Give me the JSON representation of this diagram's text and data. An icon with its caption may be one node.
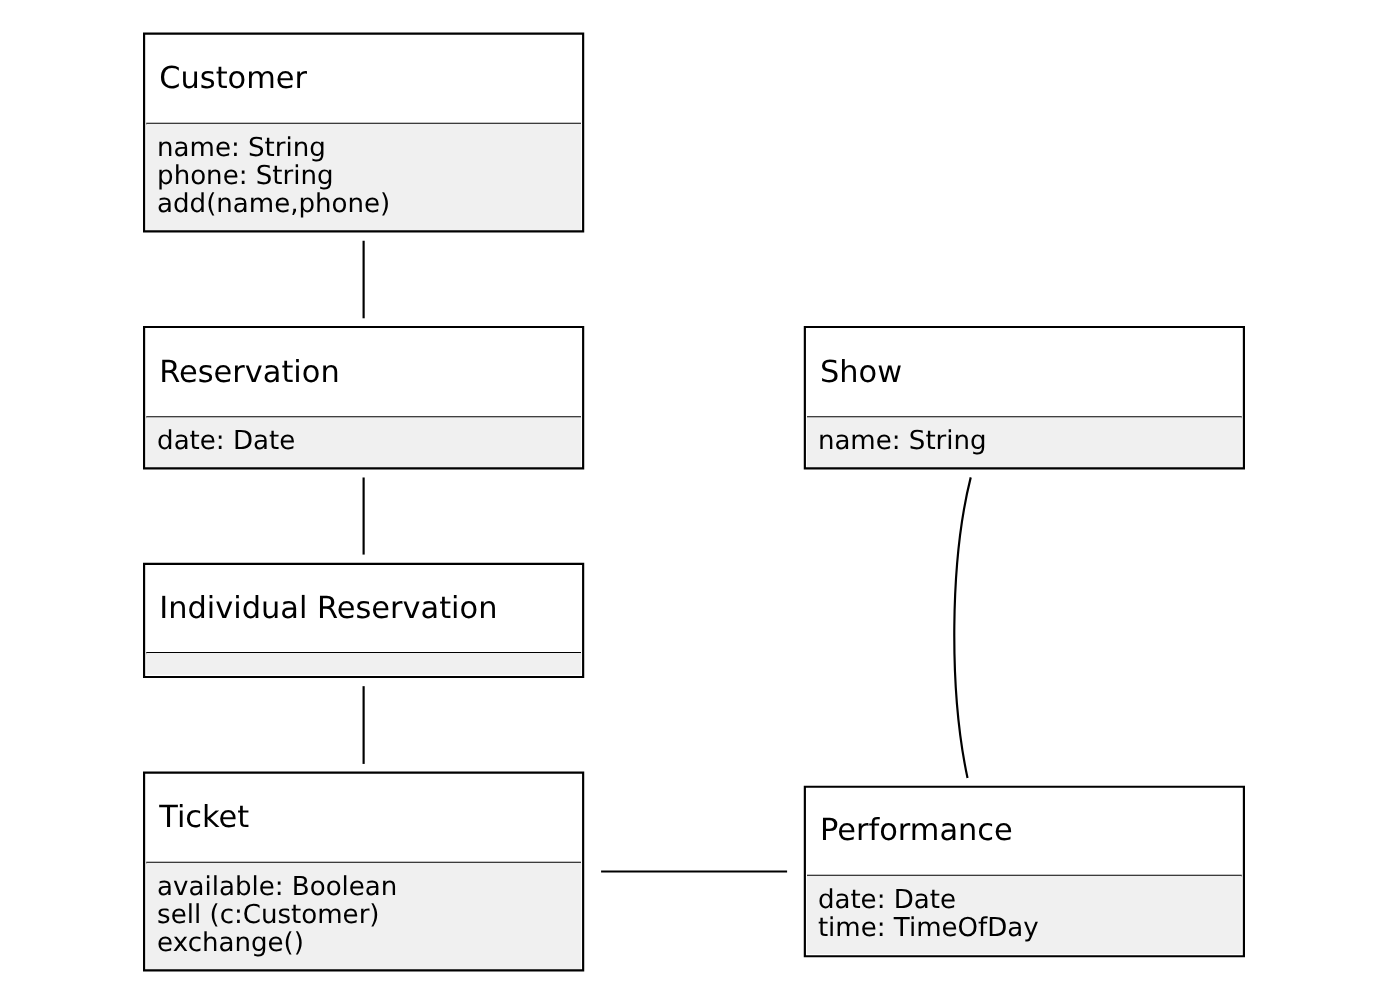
{
  "diagram": {
    "nodes": [
      {
        "text": [
          "Customer",
          "name: String",
          "phone: String",
          "add(name,phone)"
        ]
      },
      {
        "text": [
          "Reservation",
          "date: Date"
        ]
      },
      {
        "text": [
          "Individual Reservation"
        ]
      },
      {
        "text": [
          "Ticket",
          "available: Boolean",
          "sell (c:Customer)",
          "exchange()"
        ]
      },
      {
        "text": [
          "Show",
          "name: String"
        ]
      },
      {
        "text": [
          "Performance",
          "date: Date",
          "time: TimeOfDay"
        ]
      }
    ],
    "edges": [
      {
        "from": 0,
        "to": 1,
        "arrow": "none"
      },
      {
        "from": 1,
        "to": 2,
        "arrow": "none"
      },
      {
        "from": 2,
        "to": 3,
        "arrow": "none"
      },
      {
        "from": 3,
        "to": 5,
        "arrow": "none"
      },
      {
        "from": 4,
        "to": 5,
        "arrow": "none"
      }
    ]
  }
}
